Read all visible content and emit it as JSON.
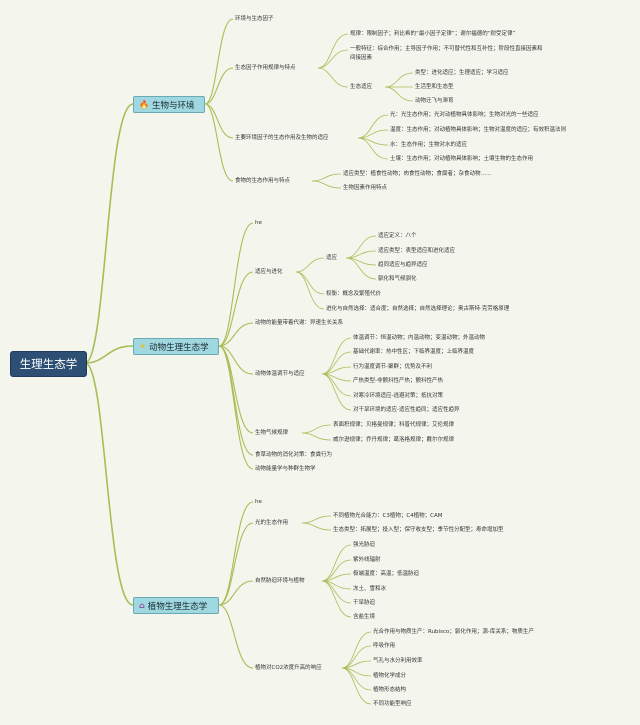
{
  "root": "生理生态学",
  "branch1": {
    "label": "生物与环境",
    "icon": "fire-icon",
    "icon_glyph": "🔥",
    "n1": "环境与生态因子",
    "n2": "生态因子作用规律与特点",
    "n2a": "规律：限制因子；利比希的“最小因子定律”；谢尔福德的“耐受定律”",
    "n2b": "一般特征：综合作用；主导因子作用；不可替代性和互补性；阶段性直接因素和",
    "n2b2": "间接因素",
    "n2c": "生态适应",
    "n2c1": "类型：进化适应；生理适应；学习适应",
    "n2c2": "生活型和生态型",
    "n2c3": "动物迁飞与滞育",
    "n3": "主要环境因子的生态作用及生物的适应",
    "n3a": "光：光生态作用；光对动植物具体影响；生物对光的一些适应",
    "n3b": "温度：生态作用；对动植物具体影响；生物对温度的适应；有效积温法则",
    "n3c": "水：生态作用；生物对水的适应",
    "n3d": "土壤：生态作用；对动植物具体影响；土壤生物的生态作用",
    "n4": "食物的生态作用与特点",
    "n4a": "适应类型：植食性动物；肉食性动物；食腐者；杂食动物……",
    "n4b": "生物因素作用特点"
  },
  "branch2": {
    "label": "动物生理生态学",
    "icon": "sun-icon",
    "icon_glyph": "☀",
    "he": "he",
    "n1": "适应与进化",
    "n1a": "适应",
    "n1a1": "适应定义：八个",
    "n1a2": "适应类型：表型适应和进化适应",
    "n1a3": "趋同适应与趋异适应",
    "n1a4": "驯化和气候驯化",
    "n1b": "权衡：概念及繁殖代价",
    "n1c": "进化与自然选择：适合度；自然选择；自然选择理论；奥古斯特·克劳格原理",
    "n2": "动物的能量带着代谢：异速生长关系",
    "n3": "动物体温调节与适应",
    "n3a": "体温调节：恒温动物；内温动物；变温动物；外温动物",
    "n3b": "基础代谢率：热中性区；下临界温度；上临界温度",
    "n3c": "行为温度调节-聚群；优势及不利",
    "n3d": "产热类型-非颤抖性产热；颤抖性产热",
    "n3e": "对寒冷环境适应-逃避对策；抵抗对策",
    "n3f": "对干旱环境的适应-适应性趋同；适应性趋异",
    "n4": "生物气候规律",
    "n4a": "表面积规律；贝格曼规律；科普代规律；艾伦规律",
    "n4b": "威尔逊规律；乔丹规律；葛洛格规律；戴尔尔规律",
    "n5": "食草动物的消化对策：食粪行为",
    "n6": "动物能量学与种群生物学"
  },
  "branch3": {
    "label": "植物生理生态学",
    "icon": "house-icon",
    "icon_glyph": "⌂",
    "he": "he",
    "n1": "光的生态作用",
    "n1a": "不同植物光合能力：C3植物；C4植物；CAM",
    "n1b": "生态类型：拓展型；投入型；保守收支型；季节性分配型；寿命增加型",
    "n2": "自然胁迫环境与植物",
    "n2a": "强光胁迫",
    "n2b": "紫外线辐射",
    "n2c": "极端温度：高温；低温胁迫",
    "n2d": "冻土、雪和冰",
    "n2e": "干旱胁迫",
    "n2f": "含盐生境",
    "n3": "植物对CO2浓度升高的响应",
    "n3a": "光合作用与物质生产：Rubisco；驯化作用；源-库关系；物质生产",
    "n3b": "呼吸作用",
    "n3c": "气孔与水分利用效率",
    "n3d": "植物化学成分",
    "n3e": "植物形态结构",
    "n3f": "不同功能型响应"
  },
  "colors": {
    "link": "#a8bd55",
    "root_bg": "#2c4f73",
    "branch_bg": "#9fd8e0",
    "fire": "#e8442b",
    "sun": "#f2b51c",
    "house": "#8a4b9c"
  }
}
